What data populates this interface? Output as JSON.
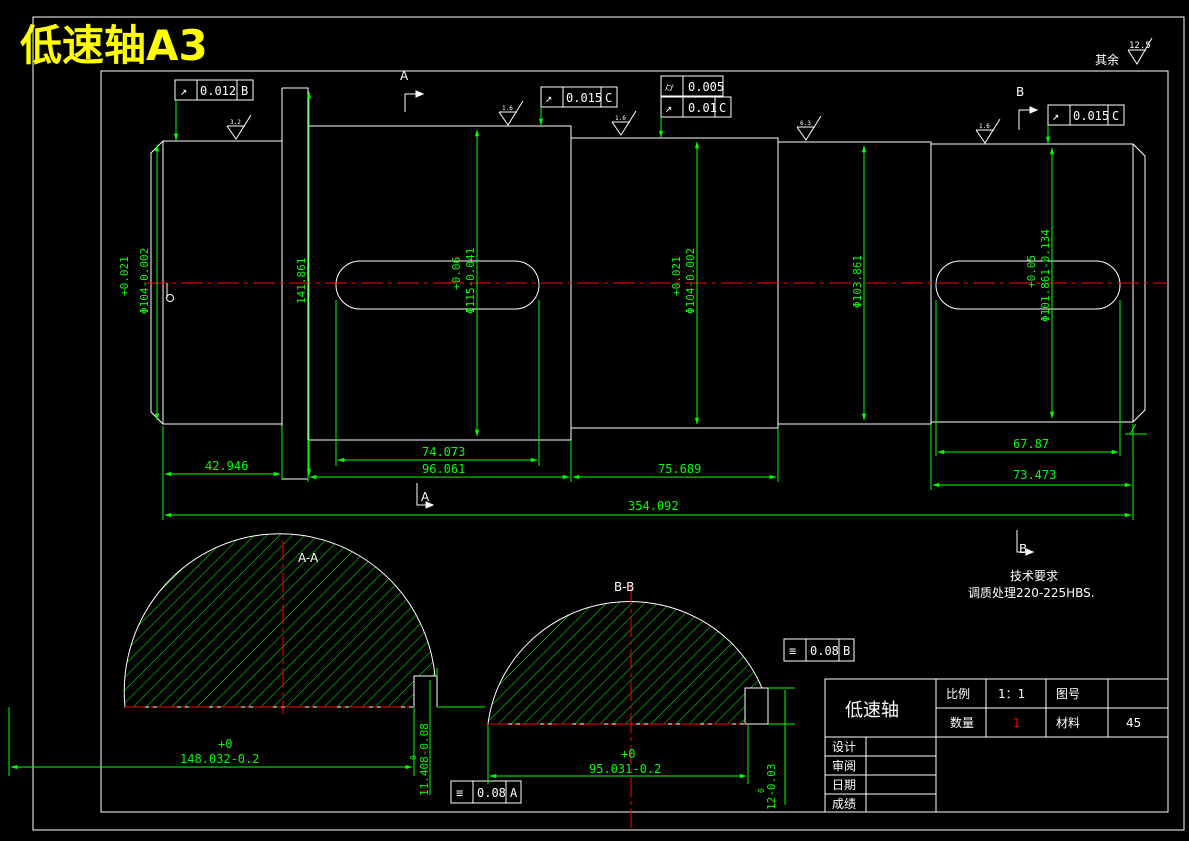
{
  "caption": "低速轴A3",
  "roughness": {
    "general_label": "其余",
    "general_value": "12.5",
    "marks": [
      "3.2",
      "1.6",
      "1.6",
      "6.3",
      "1.6"
    ]
  },
  "section_labels": {
    "a_top": "A",
    "b_top": "B",
    "a_bottom": "A",
    "b_bottom": "B",
    "aa": "A-A",
    "bb": "B-B"
  },
  "tolerance_frames": [
    {
      "symbol": "↗",
      "value": "0.012",
      "datum": "B"
    },
    {
      "symbol": "↗",
      "value": "0.015",
      "datum": "C"
    },
    {
      "symbol": "⌭",
      "value": "0.005",
      "datum": ""
    },
    {
      "symbol": "↗",
      "value": "0.01",
      "datum": "C"
    },
    {
      "symbol": "↗",
      "value": "0.015",
      "datum": "C"
    },
    {
      "symbol": "≡",
      "value": "0.08",
      "datum": "B"
    },
    {
      "symbol": "≡",
      "value": "0.08",
      "datum": "A"
    }
  ],
  "dimensions": {
    "d1_main": "Φ104-0.002",
    "d1_tol": "+0.021",
    "d2": "141.861",
    "d3_main": "Φ115-0.041",
    "d3_tol": "+0.06",
    "d4_main": "Φ104-0.002",
    "d4_tol": "+0.021",
    "d5": "Φ103.861",
    "d6_main": "Φ101.861-0.134",
    "d6_tol": "+0.05",
    "l_42": "42.946",
    "l_74": "74.073",
    "l_96": "96.061",
    "l_75": "75.689",
    "l_67": "67.87",
    "l_73": "73.473",
    "l_total": "354.092",
    "aa_width_tol": "+0",
    "aa_width": "148.032-0.2",
    "aa_depth": "11.408-0.08",
    "aa_depth_tol": "0",
    "bb_width_tol": "+0",
    "bb_width": "95.031-0.2",
    "bb_depth": "12-0.03",
    "bb_depth_tol": "0"
  },
  "technical_requirements": {
    "title": "技术要求",
    "line1": "调质处理220-225HBS."
  },
  "title_block": {
    "part_name": "低速轴",
    "scale_label": "比例",
    "scale_value": "1：1",
    "drawing_no_label": "图号",
    "drawing_no_value": "",
    "qty_label": "数量",
    "qty_value": "1",
    "material_label": "材料",
    "material_value": "45",
    "design_label": "设计",
    "review_label": "审阅",
    "date_label": "日期",
    "grade_label": "成绩"
  },
  "colors": {
    "background": "#000000",
    "outline": "#ffffff",
    "dimension": "#00ff00",
    "centerline": "#ff0000",
    "caption": "#ffff00",
    "hatch": "#00ff00"
  }
}
